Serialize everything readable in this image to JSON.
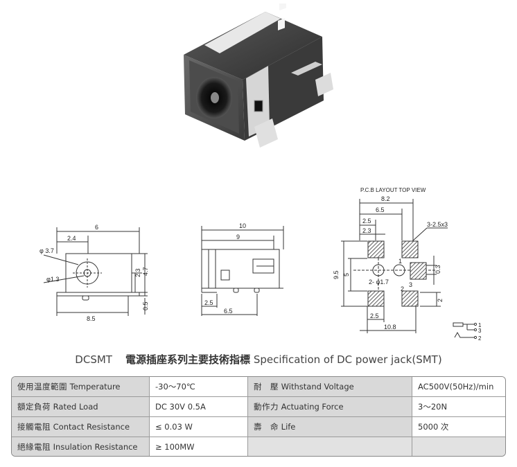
{
  "drawing": {
    "pcb_title": "P.C.B LAYOUT  TOP VIEW",
    "front_view": {
      "dim_width": "6",
      "dim_offset": "2.4",
      "dim_hole": "φ 3.7",
      "dim_pin": "φ1.3",
      "dim_center_h": "2.3",
      "dim_height": "4.7",
      "dim_base": "0.5",
      "dim_bottom": "8.5"
    },
    "side_view": {
      "dim_total": "10",
      "dim_body": "9",
      "dim_pad": "2.5",
      "dim_span": "6.5"
    },
    "pcb_view": {
      "dim_8_2": "8.2",
      "dim_6_5": "6.5",
      "dim_2_5_top": "2.5",
      "dim_2_3": "2.3",
      "dim_slots": "3-2.5x3",
      "dim_9_5": "9.5",
      "dim_5": "5",
      "dim_hole": "2- φ1.7",
      "dim_0_3": "0.3",
      "dim_2": "2",
      "dim_2_5_bottom": "2.5",
      "dim_10_8": "10.8",
      "pin_1": "1",
      "pin_2": "2",
      "pin_3": "3"
    },
    "schematic": {
      "p1": "1",
      "p3": "3",
      "p2": "2"
    }
  },
  "title": {
    "model": "DCSMT",
    "chinese": "電源插座系列主要技術指標",
    "english": "Specification of DC power jack(SMT)"
  },
  "specs": [
    {
      "label_zh": "使用温度範圍",
      "label_en": "Temperature",
      "value": "-30～70℃",
      "label2_zh": "耐　壓",
      "label2_en": "Withstand Voltage",
      "value2": "AC500V(50Hz)/min"
    },
    {
      "label_zh": "額定負荷",
      "label_en": "Rated Load",
      "value": "DC  30V  0.5A",
      "label2_zh": "動作力",
      "label2_en": "Actuating Force",
      "value2": "3～20N"
    },
    {
      "label_zh": "接觸電阻",
      "label_en": "Contact Resistance",
      "value": "≤ 0.03 W",
      "label2_zh": "壽　命",
      "label2_en": "Life",
      "value2": "5000 次"
    },
    {
      "label_zh": "絕緣電阻",
      "label_en": "Insulation Resistance",
      "value": "≥ 100MW",
      "label2_zh": "",
      "label2_en": "",
      "value2": ""
    }
  ]
}
